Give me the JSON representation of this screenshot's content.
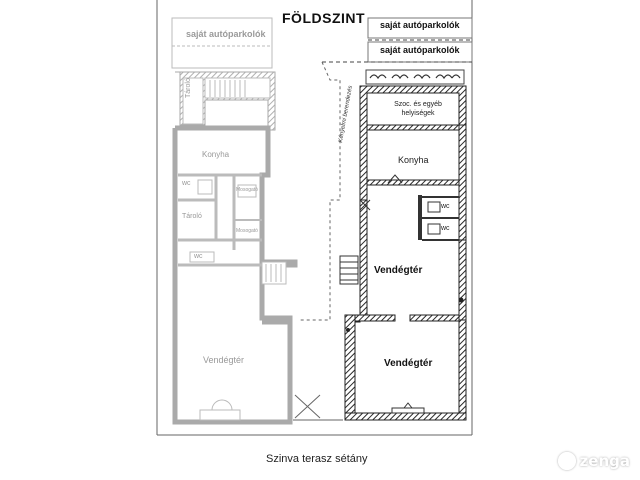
{
  "plan": {
    "title": "FÖLDSZINT",
    "street_label": "Szinva terasz sétány",
    "parking_left": "saját autóparkolók",
    "parking_right_top": "saját autóparkolók",
    "parking_right_second": "saját autóparkolók",
    "left_unit": {
      "storage_top": "Tároló",
      "kitchen": "Konyha",
      "wc_1": "wc",
      "small_room_1": "Mosogató",
      "storage_mid": "Tároló",
      "small_room_2": "Mosogató",
      "wc_2": "wc",
      "dining": "Vendégtér"
    },
    "right_unit": {
      "social_rooms": "Szoc. és egyéb helyiségek",
      "kitchen": "Konyha",
      "wc_1": "wc",
      "wc_2": "wc",
      "dining_1": "Vendégtér",
      "dining_2": "Vendégtér",
      "annotation": "Kényelmi berendezés"
    }
  },
  "watermark": {
    "brand": "zenga"
  },
  "colors": {
    "light_wall": "#b8b8b8",
    "dark_wall": "#3a3a3a",
    "line": "#555555"
  }
}
